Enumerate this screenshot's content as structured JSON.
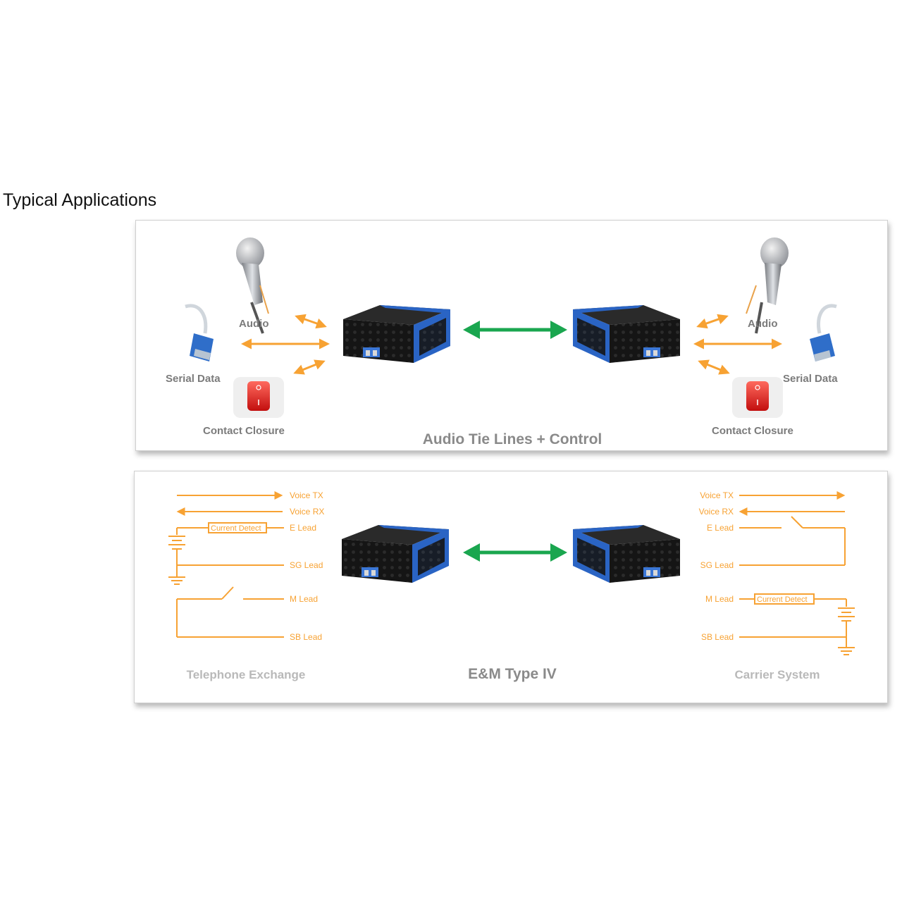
{
  "page": {
    "title": "Typical Applications"
  },
  "colors": {
    "accent_orange": "#f7a233",
    "link_green": "#1aa64f",
    "device_blue": "#2a64c4",
    "device_black": "#1c1c1c",
    "switch_red": "#e21d1d"
  },
  "top_panel": {
    "title": "Audio Tie Lines + Control",
    "left": {
      "audio": "Audio",
      "serial": "Serial Data",
      "contact": "Contact Closure"
    },
    "right": {
      "audio": "Audio",
      "serial": "Serial Data",
      "contact": "Contact Closure"
    },
    "icons": [
      "microphone-icon",
      "db9-serial-connector-icon",
      "red-switch-icon",
      "fiber-converter-device"
    ]
  },
  "bottom_panel": {
    "title": "E&M Type IV",
    "left_caption": "Telephone Exchange",
    "right_caption": "Carrier System",
    "current_detect": "Current Detect",
    "left_leads": {
      "voice_tx": "Voice TX",
      "voice_rx": "Voice RX",
      "e_lead": "E Lead",
      "sg_lead": "SG Lead",
      "m_lead": "M Lead",
      "sb_lead": "SB Lead"
    },
    "right_leads": {
      "voice_tx": "Voice TX",
      "voice_rx": "Voice RX",
      "e_lead": "E Lead",
      "sg_lead": "SG Lead",
      "m_lead": "M Lead",
      "sb_lead": "SB Lead"
    }
  }
}
